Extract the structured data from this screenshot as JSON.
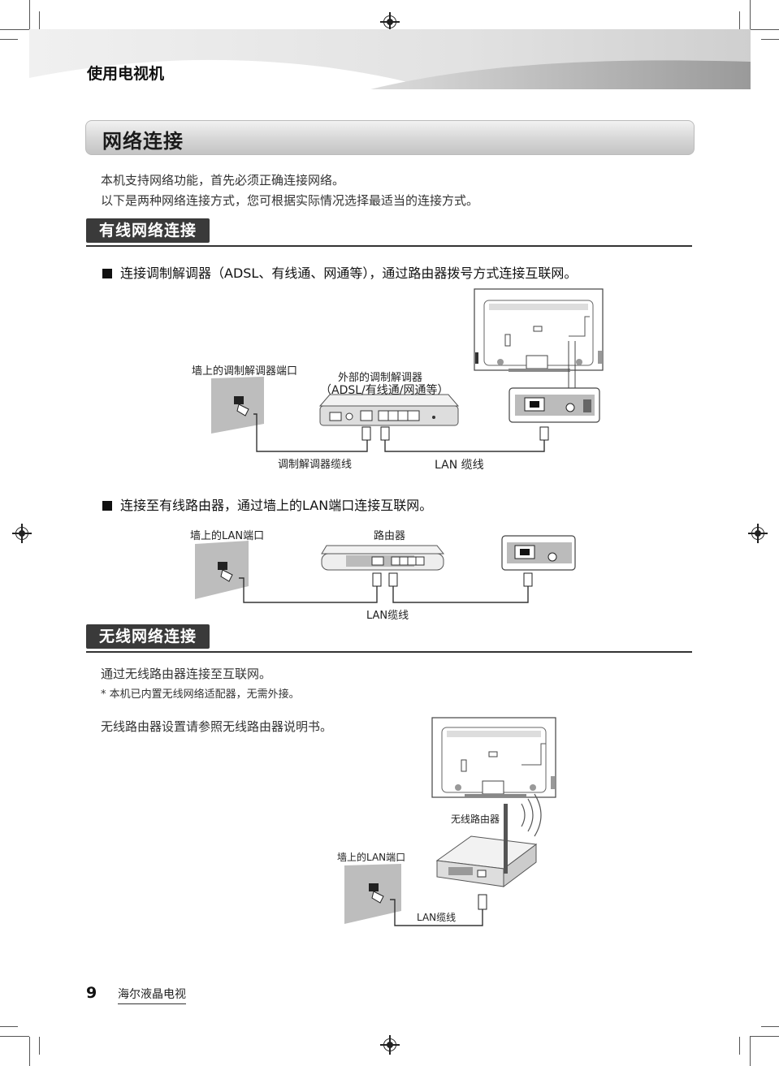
{
  "header": {
    "chapter": "使用电视机"
  },
  "section": {
    "title": "网络连接"
  },
  "intro": {
    "line1": "本机支持网络功能，首先必须正确连接网络。",
    "line2": "以下是两种网络连接方式，您可根据实际情况选择最适当的连接方式。"
  },
  "wired": {
    "heading": "有线网络连接",
    "diagram1": {
      "caption": "连接调制解调器（ADSL、有线通、网通等），通过路由器拨号方式连接互联网。",
      "wall_port_label": "墙上的调制解调器端口",
      "modem_label": "外部的调制解调器",
      "modem_sub_label": "（ADSL/有线通/网通等）",
      "modem_cable_label": "调制解调器缆线",
      "lan_cable_label": "LAN 缆线"
    },
    "diagram2": {
      "caption": "连接至有线路由器，通过墙上的LAN端口连接互联网。",
      "wall_port_label": "墙上的LAN端口",
      "router_label": "路由器",
      "lan_cable_label": "LAN缆线"
    }
  },
  "wireless": {
    "heading": "无线网络连接",
    "line1": "通过无线路由器连接至互联网。",
    "note": "* 本机已内置无线网络适配器，无需外接。",
    "line2": "无线路由器设置请参照无线路由器说明书。",
    "diagram": {
      "router_label": "无线路由器",
      "wall_port_label": "墙上的LAN端口",
      "lan_cable_label": "LAN缆线"
    }
  },
  "footer": {
    "page_number": "9",
    "brand": "海尔液晶电视"
  }
}
